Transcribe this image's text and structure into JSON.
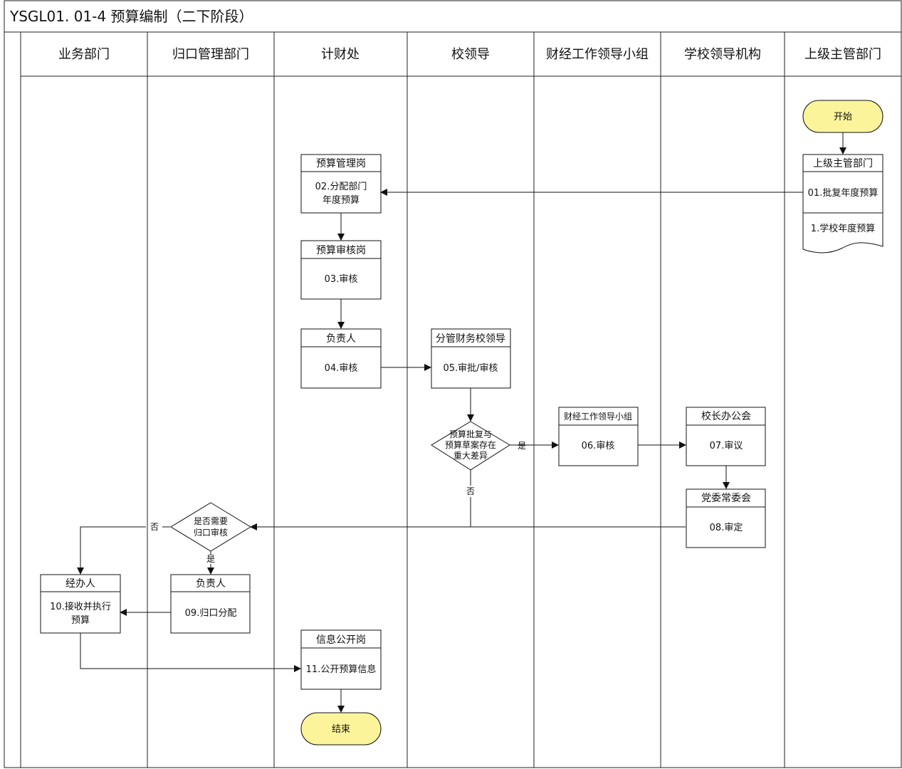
{
  "title": "YSGL01. 01-4 预算编制（二下阶段）",
  "lanes": [
    "业务部门",
    "归口管理部门",
    "计财处",
    "校领导",
    "财经工作领导小组",
    "学校领导机构",
    "上级主管部门"
  ],
  "colors": {
    "terminal_fill": "#fcf49b",
    "line": "#222222"
  },
  "nodes": {
    "start": {
      "label": "开始"
    },
    "n01": {
      "title": "上级主管部门",
      "body": [
        "01.批复年度预算"
      ]
    },
    "doc1": {
      "body": [
        "1.学校年度预算"
      ]
    },
    "n02": {
      "title": "预算管理岗",
      "body": [
        "02.分配部门",
        "年度预算"
      ]
    },
    "n03": {
      "title": "预算审核岗",
      "body": [
        "03.审核"
      ]
    },
    "n04": {
      "title": "负责人",
      "body": [
        "04.审核"
      ]
    },
    "n05": {
      "title": "分管财务校领导",
      "body": [
        "05.审批/审核"
      ]
    },
    "d1": {
      "body": [
        "预算批复与",
        "预算草案存在",
        "重大差异"
      ]
    },
    "n06": {
      "title": "财经工作领导小组",
      "body": [
        "06.审核"
      ]
    },
    "n07": {
      "title": "校长办公会",
      "body": [
        "07.审议"
      ]
    },
    "n08": {
      "title": "党委常委会",
      "body": [
        "08.审定"
      ]
    },
    "d2": {
      "body": [
        "是否需要",
        "归口审核"
      ]
    },
    "n09": {
      "title": "负责人",
      "body": [
        "09.归口分配"
      ]
    },
    "n10": {
      "title": "经办人",
      "body": [
        "10.接收并执行",
        "预算"
      ]
    },
    "n11": {
      "title": "信息公开岗",
      "body": [
        "11.公开预算信息"
      ]
    },
    "end": {
      "label": "结束"
    }
  },
  "edge_labels": {
    "d1_yes": "是",
    "d1_no": "否",
    "d2_yes": "是",
    "d2_no": "否"
  }
}
